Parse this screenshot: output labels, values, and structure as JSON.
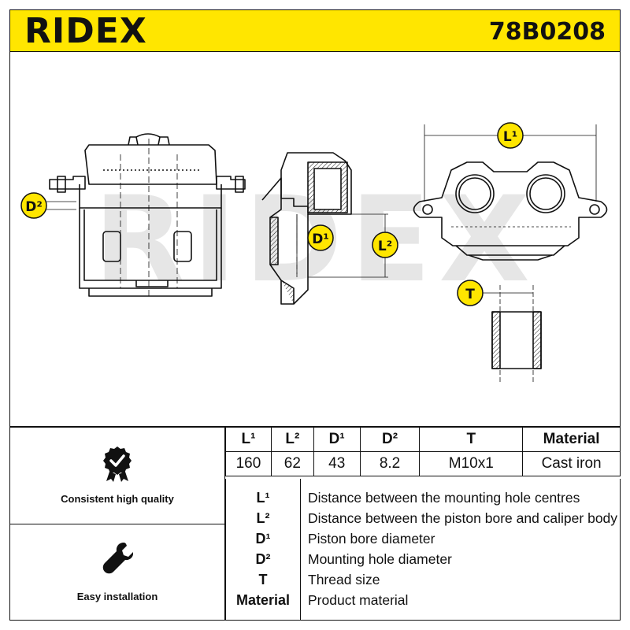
{
  "brand": "RIDEX",
  "part_number": "78B0208",
  "watermark": "RIDEX",
  "accent_color": "#ffe600",
  "drawing_labels": {
    "d2": "D²",
    "d1": "D¹",
    "l1": "L¹",
    "l2": "L²",
    "t": "T"
  },
  "features": [
    {
      "label": "Consistent high quality",
      "icon": "quality-badge-icon"
    },
    {
      "label": "Easy installation",
      "icon": "wrench-icon"
    }
  ],
  "spec_table": {
    "headers": [
      "L¹",
      "L²",
      "D¹",
      "D²",
      "T",
      "Material"
    ],
    "values": [
      "160",
      "62",
      "43",
      "8.2",
      "M10x1",
      "Cast iron"
    ]
  },
  "legend": [
    {
      "key": "L¹",
      "text": "Distance between the mounting hole centres"
    },
    {
      "key": "L²",
      "text": "Distance between the piston bore and caliper body"
    },
    {
      "key": "D¹",
      "text": "Piston bore diameter"
    },
    {
      "key": "D²",
      "text": "Mounting hole diameter"
    },
    {
      "key": "T",
      "text": "Thread size"
    },
    {
      "key": "Material",
      "text": "Product material"
    }
  ]
}
